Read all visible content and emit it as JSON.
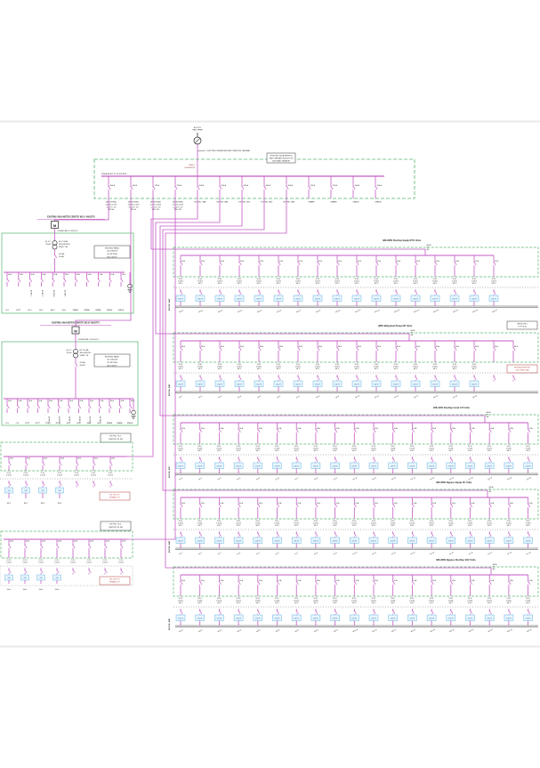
{
  "colors": {
    "wire": "#c45ac4",
    "green": "#58b56e",
    "black": "#222222",
    "red": "#b53a3a",
    "darkred": "#9a4040",
    "blue_stroke": "#7ec2e8",
    "blue_fill": "#e8f5fd",
    "blue_text": "#3a7fb5",
    "dotted": "#666666",
    "edge": "#e9e9e9",
    "busline": "#444444"
  },
  "utility": {
    "top_lines": [
      "EX UTIL",
      "PAD XFMR"
    ],
    "service_label": "EXISTING UNDERGROUND SERVICE LATERAL",
    "tag_lines": [
      "MSB-1",
      "2500A MCB"
    ]
  },
  "main_board": {
    "bus_label": "2500A 480/277V 3P 4W BUS",
    "note_lines": [
      "EXISTING 2500A SERVICE",
      "SWITCHBOARD 480/277V 3P",
      "4W 65KAIC NEMA 3R"
    ],
    "circuits": [
      {
        "amps": "400 A",
        "label": [
          "(EXISTING)",
          "4#500+1#2G",
          "3-1/2\"C TO",
          "MC-A"
        ]
      },
      {
        "amps": "400 A",
        "label": [
          "(EXISTING)",
          "4#500+1#2G",
          "3-1/2\"C TO",
          "MC-B"
        ]
      },
      {
        "amps": "225 A",
        "label": [
          "(EXISTING)",
          "4#4/0+1#4G",
          "2-1/2\"C TO",
          "PNL 'H1'"
        ]
      },
      {
        "amps": "225 A",
        "label": [
          "(EXISTING)",
          "4#4/0+1#4G",
          "2-1/2\"C TO",
          "PNL 'H2'"
        ]
      },
      {
        "amps": "600 A",
        "label": [
          "EX PNL '48A'"
        ]
      },
      {
        "amps": "600 A",
        "label": [
          "EX PNL '48B'"
        ]
      },
      {
        "amps": "400 A",
        "label": [
          "EX PNL '48C'"
        ]
      },
      {
        "amps": "400 A",
        "label": [
          "EX PNL '48D'"
        ]
      },
      {
        "amps": "400 A",
        "label": [
          "EX PNL '48E'"
        ]
      },
      {
        "amps": "225 A",
        "label": [
          "SPARE"
        ]
      },
      {
        "amps": "225 A",
        "label": [
          "SPARE"
        ]
      },
      {
        "amps": "150 A",
        "label": [
          "SPACE"
        ]
      },
      {
        "amps": "100 A",
        "label": [
          "SPACE"
        ]
      }
    ]
  },
  "left_panels": [
    {
      "title": "EXISTING 400A METER CENTER 'MC-A' 480/277V",
      "meter": "M",
      "svc": "4#600KCMIL+1#1/0G-4\"C",
      "left_callout": [
        "(2) 4\"C",
        "4#600"
      ],
      "xfmr": [
        "EX 75 KVA",
        "480-208/120V",
        "XFMR 'T-A'"
      ],
      "bkr": [
        "225 AF",
        "200 AT"
      ],
      "note": [
        "EXISTING PANEL",
        "'LA' 208/120V",
        "3P 4W 225A",
        "MLO 42CKT"
      ],
      "amps": "20 A",
      "rotated": [
        "EX EF-1",
        "EX EF-2",
        "EX WH-1",
        "EX UH-1"
      ],
      "bottom": [
        "LTG",
        "RCPT",
        "EF-1",
        "EF-2",
        "WH-1",
        "UH-1",
        "SPARE",
        "SPARE",
        "SPARE",
        "SPACE",
        "SPACE"
      ]
    },
    {
      "title": "EXISTING 400A METER CENTER 'MC-B' 480/277V",
      "meter": "M",
      "svc": "4#600KCMIL+1#1/0G-4\"C",
      "left_callout": [
        "(2) 4\"C",
        "4#600"
      ],
      "xfmr": [
        "EX 75 KVA",
        "480-208/120V",
        "XFMR 'T-B'"
      ],
      "bkr": [
        "225 AF",
        "200 AT"
      ],
      "note": [
        "EXISTING PANEL",
        "'LB' 208/120V",
        "3P 4W 225A",
        "MLO 42CKT"
      ],
      "amps": "20 A",
      "rotated": [
        "EX RTU-1",
        "EX RTU-2",
        "EX EF-3",
        "EX EF-4",
        "EX WH-2",
        "EX UH-2"
      ],
      "bottom": [
        "LTG",
        "LTG",
        "RCPT",
        "RCPT",
        "RTU-1",
        "RTU-2",
        "EF-3",
        "EF-4",
        "WH-2",
        "UH-2",
        "SPARE",
        "SPARE",
        "SPACE"
      ]
    }
  ],
  "left_strips": [
    {
      "title_box": [
        "EX PNL 'LP-1'",
        "208/120V 3P 4W"
      ],
      "amps": "20 A",
      "callout": [
        "2#12,",
        "1#12G"
      ],
      "blue": "30A",
      "units": [
        "EF-1",
        "EF-2",
        "EF-3",
        "EF-4"
      ],
      "red_note": [
        "(E) CKTS TO",
        "REMAIN - FV"
      ]
    },
    {
      "title_box": [
        "EX PNL 'LP-2'",
        "208/120V 3P 4W"
      ],
      "amps": "20 A",
      "callout": [
        "2#12,",
        "1#12G"
      ],
      "blue": "30A",
      "units": [
        "UH-1",
        "UH-2",
        "UH-3",
        "UH-4"
      ],
      "red_note": [
        "(E) CKTS TO",
        "REMAIN - FV"
      ]
    }
  ],
  "right_strips": [
    {
      "title": "480-208V Rooftop Equip RTU Units",
      "bar": "EX PNL '48A'",
      "feeder": [
        "600 A",
        "3P",
        "4W"
      ],
      "amps": "25 A",
      "callout": [
        "3#10,",
        "1#10G,",
        "3/4\"C"
      ],
      "blue": "30A NF",
      "units": [
        "RTU-1",
        "RTU-2",
        "RTU-3",
        "RTU-4",
        "RTU-5",
        "RTU-6",
        "RTU-7",
        "RTU-8",
        "RTU-9",
        "RTU-10",
        "RTU-11",
        "RTU-12",
        "RTU-13",
        "RTU-14",
        "RTU-15",
        "RTU-16",
        "RTU-17"
      ]
    },
    {
      "title": "480V Bldg Heat Pump HP Units",
      "bar": "EX PNL '48B'",
      "feeder": [
        "600 A",
        "3P",
        "4W"
      ],
      "amps": "30 A",
      "callout": [
        "3#10,",
        "1#10G,",
        "3/4\"C"
      ],
      "blue": "30A NF",
      "note_box": [
        "SEE NOTE 4",
        "TYP OF 16"
      ],
      "red_note": [
        "RE-FEED EXISTING",
        "CKTS PER PLAN"
      ],
      "units": [
        "HP-1",
        "HP-2",
        "HP-3",
        "HP-4",
        "HP-5",
        "HP-6",
        "HP-7",
        "HP-8",
        "HP-9",
        "HP-10",
        "HP-11",
        "HP-12",
        "HP-13",
        "HP-14",
        "HP-15",
        "HP-16",
        "SPARE",
        "SPARE"
      ]
    },
    {
      "title": "208-120V Rooftop Cond CU Units",
      "bar": "EX PNL '48C'",
      "feeder": [
        "400 A",
        "3P",
        "4W"
      ],
      "amps": "20 A",
      "callout": [
        "3#12,",
        "1#12G,",
        "3/4\"C"
      ],
      "blue": "30A NF",
      "units": [
        "CU-1",
        "CU-2",
        "CU-3",
        "CU-4",
        "CU-5",
        "CU-6",
        "CU-7",
        "CU-8",
        "CU-9",
        "CU-10",
        "CU-11",
        "CU-12",
        "CU-13",
        "CU-14",
        "CU-15",
        "CU-16",
        "CU-17",
        "CU-18",
        "CU-19"
      ]
    },
    {
      "title": "480-208V Bypass Equip FC Units",
      "bar": "EX PNL '48D'",
      "feeder": [
        "400 A",
        "3P",
        "4W"
      ],
      "amps": "20 A",
      "callout": [
        "3#12,",
        "1#12G,",
        "3/4\"C"
      ],
      "blue": "30A NF",
      "units": [
        "FC-1",
        "FC-2",
        "FC-3",
        "FC-4",
        "FC-5",
        "FC-6",
        "FC-7",
        "FC-8",
        "FC-9",
        "FC-10",
        "FC-11",
        "FC-12",
        "FC-13",
        "FC-14",
        "FC-15",
        "FC-16",
        "FC-17",
        "FC-18",
        "FC-19"
      ]
    },
    {
      "title": "480-208V Bypass Rooftop VAV Units",
      "bar": "EX PNL '48E'",
      "feeder": [
        "400 A",
        "3P",
        "4W"
      ],
      "amps": "20 A",
      "callout": [
        "3#12,",
        "1#12G,",
        "3/4\"C"
      ],
      "blue": "30A NF",
      "units": [
        "VAV-1",
        "VAV-2",
        "VAV-3",
        "VAV-4",
        "VAV-5",
        "VAV-6",
        "VAV-7",
        "VAV-8",
        "VAV-9",
        "VAV-10",
        "VAV-11",
        "VAV-12",
        "VAV-13",
        "VAV-14",
        "VAV-15",
        "VAV-16",
        "VAV-17",
        "VAV-18",
        "VAV-19"
      ]
    }
  ]
}
